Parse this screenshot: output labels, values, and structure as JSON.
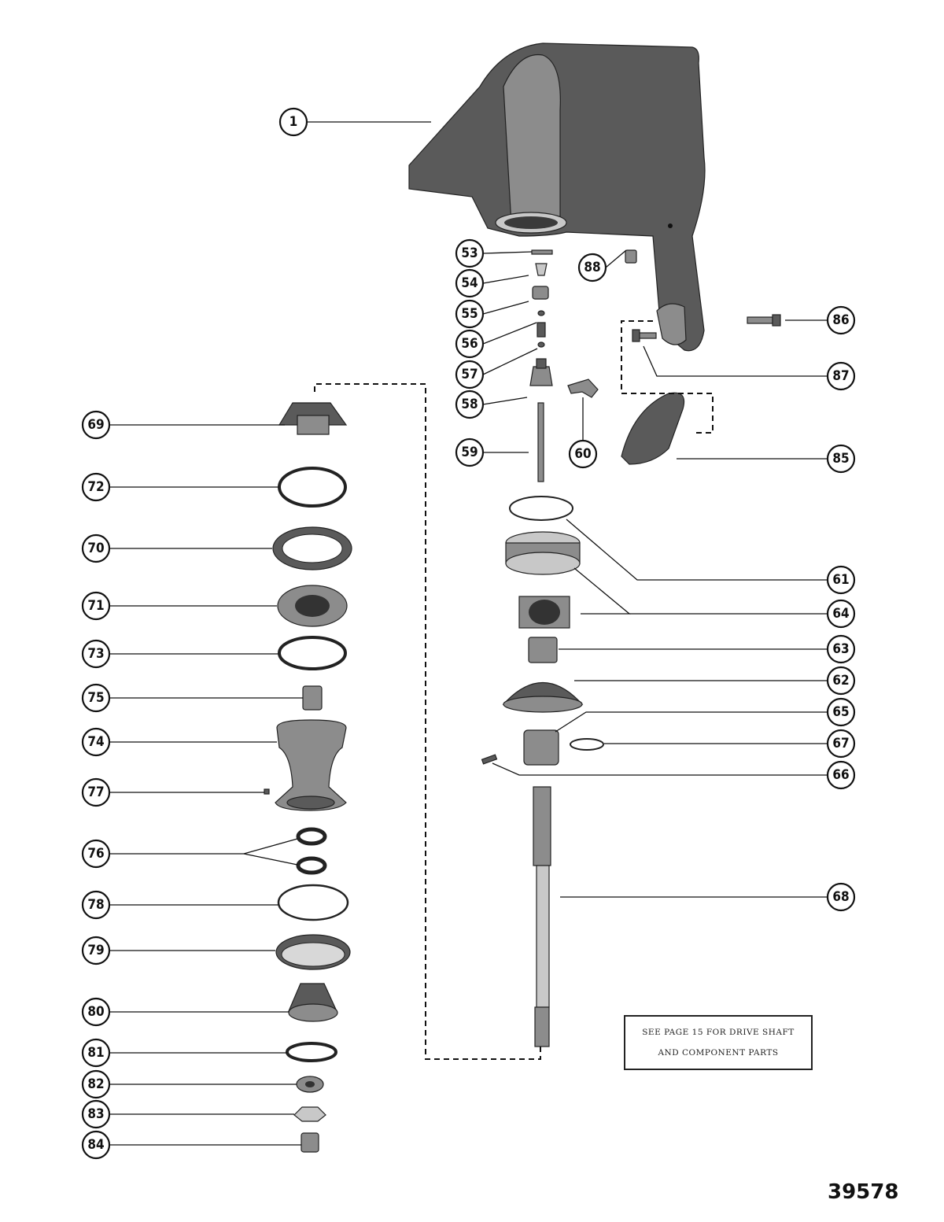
{
  "callouts": {
    "c1": "1",
    "c53": "53",
    "c54": "54",
    "c55": "55",
    "c56": "56",
    "c57": "57",
    "c58": "58",
    "c59": "59",
    "c60": "60",
    "c61": "61",
    "c62": "62",
    "c63": "63",
    "c64": "64",
    "c65": "65",
    "c66": "66",
    "c67": "67",
    "c68": "68",
    "c69": "69",
    "c70": "70",
    "c71": "71",
    "c72": "72",
    "c73": "73",
    "c74": "74",
    "c75": "75",
    "c76": "76",
    "c77": "77",
    "c78": "78",
    "c79": "79",
    "c80": "80",
    "c81": "81",
    "c82": "82",
    "c83": "83",
    "c84": "84",
    "c85": "85",
    "c86": "86",
    "c87": "87",
    "c88": "88"
  },
  "note": {
    "line1": "SEE PAGE 15 FOR DRIVE SHAFT",
    "line2": "AND COMPONENT PARTS"
  },
  "figure_number": "39578"
}
